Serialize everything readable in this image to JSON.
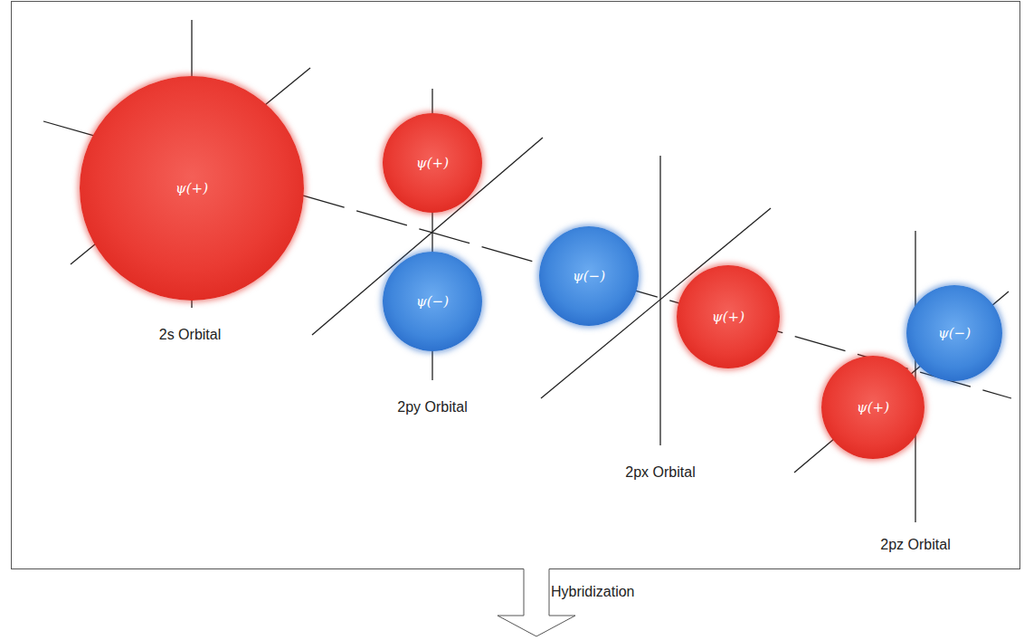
{
  "diagram": {
    "nodes": [
      {
        "text": [
          "ψ(+)"
        ]
      },
      {
        "text": [
          "ψ(+)"
        ]
      },
      {
        "text": [
          "ψ(−)"
        ]
      },
      {
        "text": [
          "ψ(−)"
        ]
      },
      {
        "text": [
          "ψ(+)"
        ]
      },
      {
        "text": [
          "ψ(−)"
        ]
      },
      {
        "text": [
          "ψ(+)"
        ]
      }
    ],
    "labels": [
      "2s Orbital",
      "2py Orbital",
      "2px Orbital",
      "2pz Orbital",
      "Hybridization"
    ]
  }
}
